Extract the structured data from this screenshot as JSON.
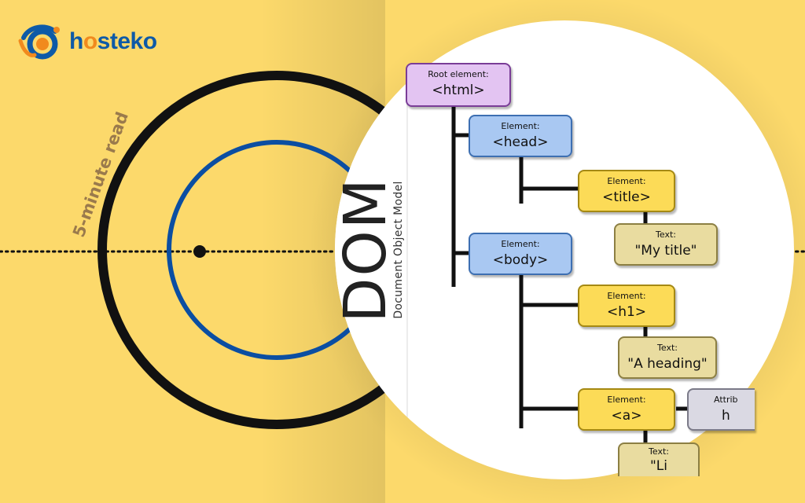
{
  "brand": {
    "name_left": "h",
    "name_o": "o",
    "name_right": "steko"
  },
  "read_time": "5-minute read",
  "dom_title": {
    "big": "DOM",
    "sub": "Document Object Model"
  },
  "colors": {
    "background": "#FCD96B",
    "outer_ring": "#111111",
    "inner_ring": "#0B4EA2",
    "logo_blue": "#0E5AA7",
    "logo_orange": "#F18A1D"
  },
  "tree": {
    "root": {
      "kind": "Root element:",
      "tag": "<html>"
    },
    "head": {
      "kind": "Element:",
      "tag": "<head>"
    },
    "title": {
      "kind": "Element:",
      "tag": "<title>"
    },
    "title_text": {
      "kind": "Text:",
      "tag": "\"My title\""
    },
    "body": {
      "kind": "Element:",
      "tag": "<body>"
    },
    "h1": {
      "kind": "Element:",
      "tag": "<h1>"
    },
    "h1_text": {
      "kind": "Text:",
      "tag": "\"A heading\""
    },
    "a": {
      "kind": "Element:",
      "tag": "<a>"
    },
    "a_attr": {
      "kind": "Attrib",
      "tag": "h"
    },
    "a_text": {
      "kind": "Text:",
      "tag": "\"Li"
    }
  }
}
